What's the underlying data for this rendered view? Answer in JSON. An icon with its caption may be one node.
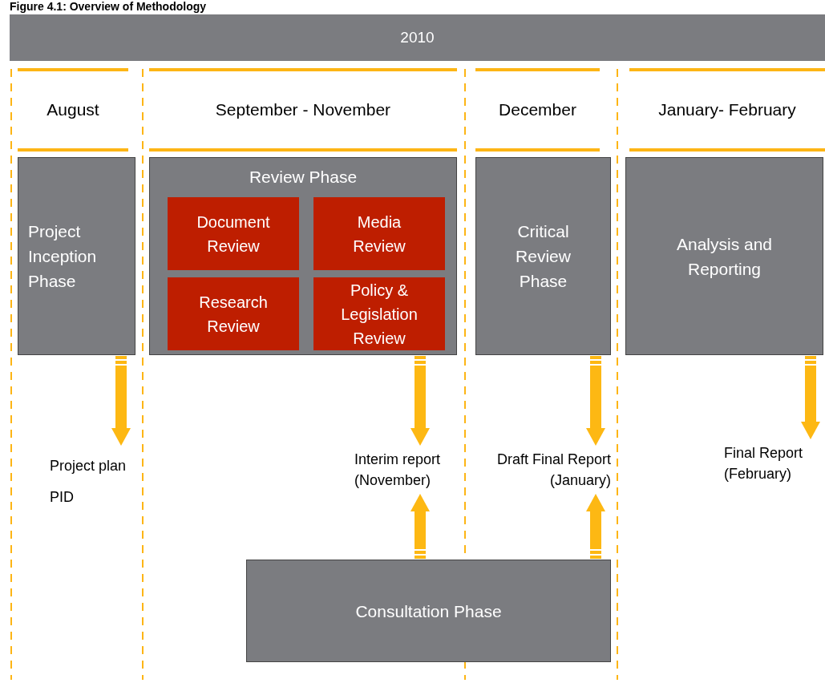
{
  "diagram": {
    "title": "Figure 4.1: Overview of Methodology",
    "nodes": [
      {
        "text": [
          "2010"
        ]
      },
      {
        "text": [
          "August"
        ]
      },
      {
        "text": [
          "September - November"
        ]
      },
      {
        "text": [
          "December"
        ]
      },
      {
        "text": [
          "January- February"
        ]
      },
      {
        "text": [
          "Project Inception Phase"
        ]
      },
      {
        "text": [
          "Review Phase"
        ]
      },
      {
        "text": [
          "Document Review"
        ],
        "in": 6
      },
      {
        "text": [
          "Media Review"
        ],
        "in": 6
      },
      {
        "text": [
          "Research Review"
        ],
        "in": 6
      },
      {
        "text": [
          "Policy & Legislation Review"
        ],
        "in": 6
      },
      {
        "text": [
          "Critical Review Phase"
        ]
      },
      {
        "text": [
          "Analysis and Reporting"
        ]
      },
      {
        "text": [
          "Project plan",
          "PID"
        ]
      },
      {
        "text": [
          "Interim report (November)"
        ]
      },
      {
        "text": [
          "Draft Final Report (January)"
        ]
      },
      {
        "text": [
          "Final Report (February)"
        ]
      },
      {
        "text": [
          "Consultation Phase"
        ]
      }
    ],
    "edges": [
      {
        "from": 5,
        "to": 13,
        "arrow": "to"
      },
      {
        "from": 6,
        "to": 14,
        "arrow": "to"
      },
      {
        "from": 11,
        "to": 15,
        "arrow": "to"
      },
      {
        "from": 12,
        "to": 16,
        "arrow": "to"
      },
      {
        "from": 17,
        "to": 14,
        "arrow": "to"
      },
      {
        "from": 17,
        "to": 15,
        "arrow": "to"
      }
    ]
  }
}
